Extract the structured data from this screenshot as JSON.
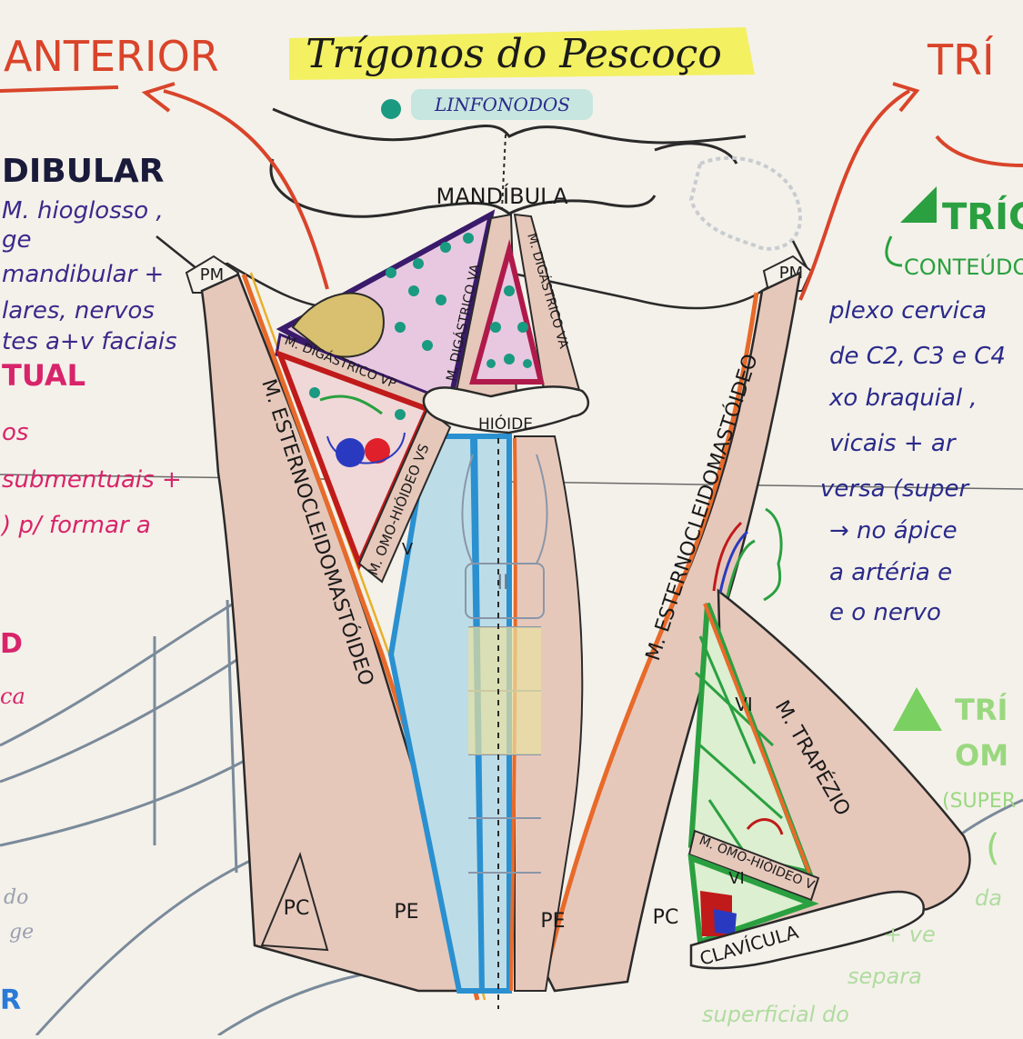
{
  "title": "Trígonos do Pescoço",
  "legend_label": "LINFONODOS",
  "left_col": {
    "heading_anterior": "ANTERIOR",
    "heading_mandibular": "DIBULAR",
    "lines_purple": [
      "M. hioglosso ,",
      "ge",
      "mandibular +",
      "lares, nervos",
      "tes a+v faciais"
    ],
    "heading_tual": "TUAL",
    "lines_pink": [
      "os",
      "submentuais +",
      ") p/ formar a"
    ],
    "heading_d": "D",
    "line_ca": "ca",
    "lines_gray": [
      "do",
      "ge"
    ],
    "heading_r": "R"
  },
  "right_col": {
    "heading_tri": "TRÍ",
    "heading_trig": "TRÍG",
    "conteudo": "CONTEÚDO",
    "lines": [
      "plexo cervica",
      "de C2, C3 e C4",
      "xo braquial ,",
      "vicais + ar",
      "versa (super",
      "→ no ápice",
      "a artéria e",
      "e o nervo"
    ],
    "heading_tri2": "TRÍ",
    "heading_om": "OM",
    "super": "(SUPER",
    "paren": "(",
    "green_lines": [
      "da",
      "+ ve",
      "separa",
      "superficial do"
    ]
  },
  "labels": {
    "mandibula": "MANDÍBULA",
    "hioide": "HIÓIDE",
    "pm_left": "PM",
    "pm_right": "PM",
    "digastrico_vp": "M. DIGÁSTRICO VP",
    "digastrico_va_left": "M. DIGÁSTRICO VA",
    "digastrico_va_right": "M. DIGÁSTRICO VA",
    "scm_left": "M. ESTERNOCLEIDOMASTÓIDEO",
    "scm_right": "M. ESTERNOCLEIDOMASTÓIDEO",
    "omohioideo_vs": "M. OMO-HIÓIDEO VS",
    "omohioideo_vi": "M. OMO-HIÓIDEO VI",
    "trapezio": "M. TRAPÉZIO",
    "clavicula": "CLAVÍCULA",
    "pc_left": "PC",
    "pe_left": "PE",
    "pe_right": "PE",
    "pc_right": "PC",
    "vi": "VI",
    "roman_v": "V",
    "roman_vi": "VI",
    "roman_ii": "II"
  },
  "colors": {
    "paper": "#f4f1ea",
    "muscle": "#e6c8bb",
    "outline": "#2a2a2a",
    "red": "#d9442a",
    "orange": "#e86a2a",
    "yellow_hl": "#f2f04a",
    "purple": "#3a1a6a",
    "pink": "#d8a8d0",
    "teal": "#1a9a80",
    "blue": "#2a90d0",
    "green": "#2aa040",
    "crimson": "#b01a4a"
  }
}
